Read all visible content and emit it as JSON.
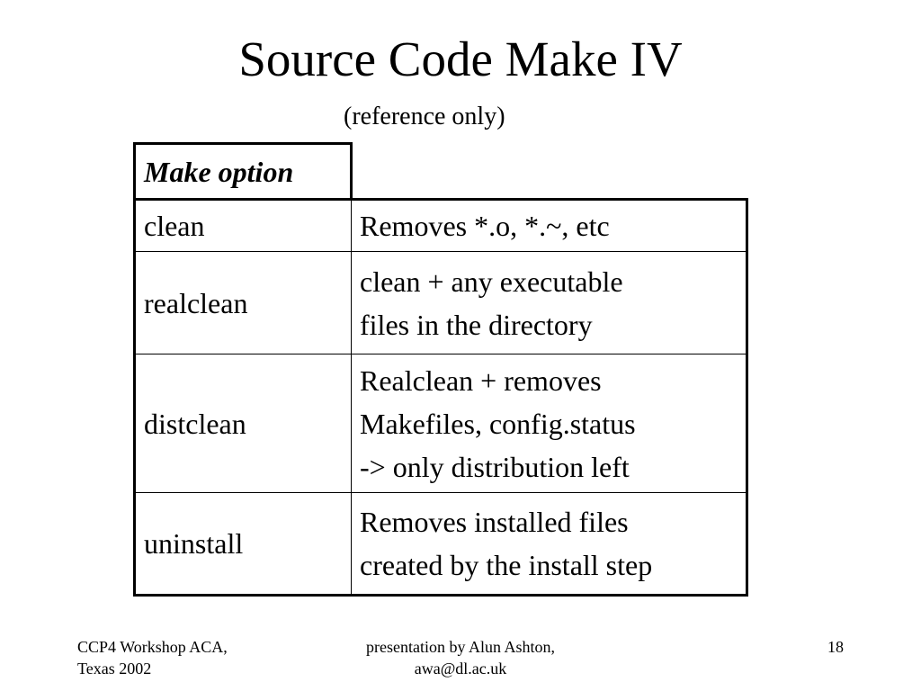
{
  "slide": {
    "title": "Source Code Make IV",
    "subtitle": "(reference only)"
  },
  "table": {
    "header": "Make option",
    "rows": [
      {
        "option": "clean",
        "description": "Removes *.o, *.~, etc"
      },
      {
        "option": "realclean",
        "description": "clean + any executable\nfiles in the directory"
      },
      {
        "option": "distclean",
        "description": "Realclean + removes\nMakefiles, config.status\n-> only distribution left"
      },
      {
        "option": "uninstall",
        "description": "Removes installed files\ncreated by the install step"
      }
    ]
  },
  "footer": {
    "left": "CCP4 Workshop ACA,\nTexas 2002",
    "center": "presentation by Alun Ashton,\nawa@dl.ac.uk",
    "page_number": "18"
  }
}
